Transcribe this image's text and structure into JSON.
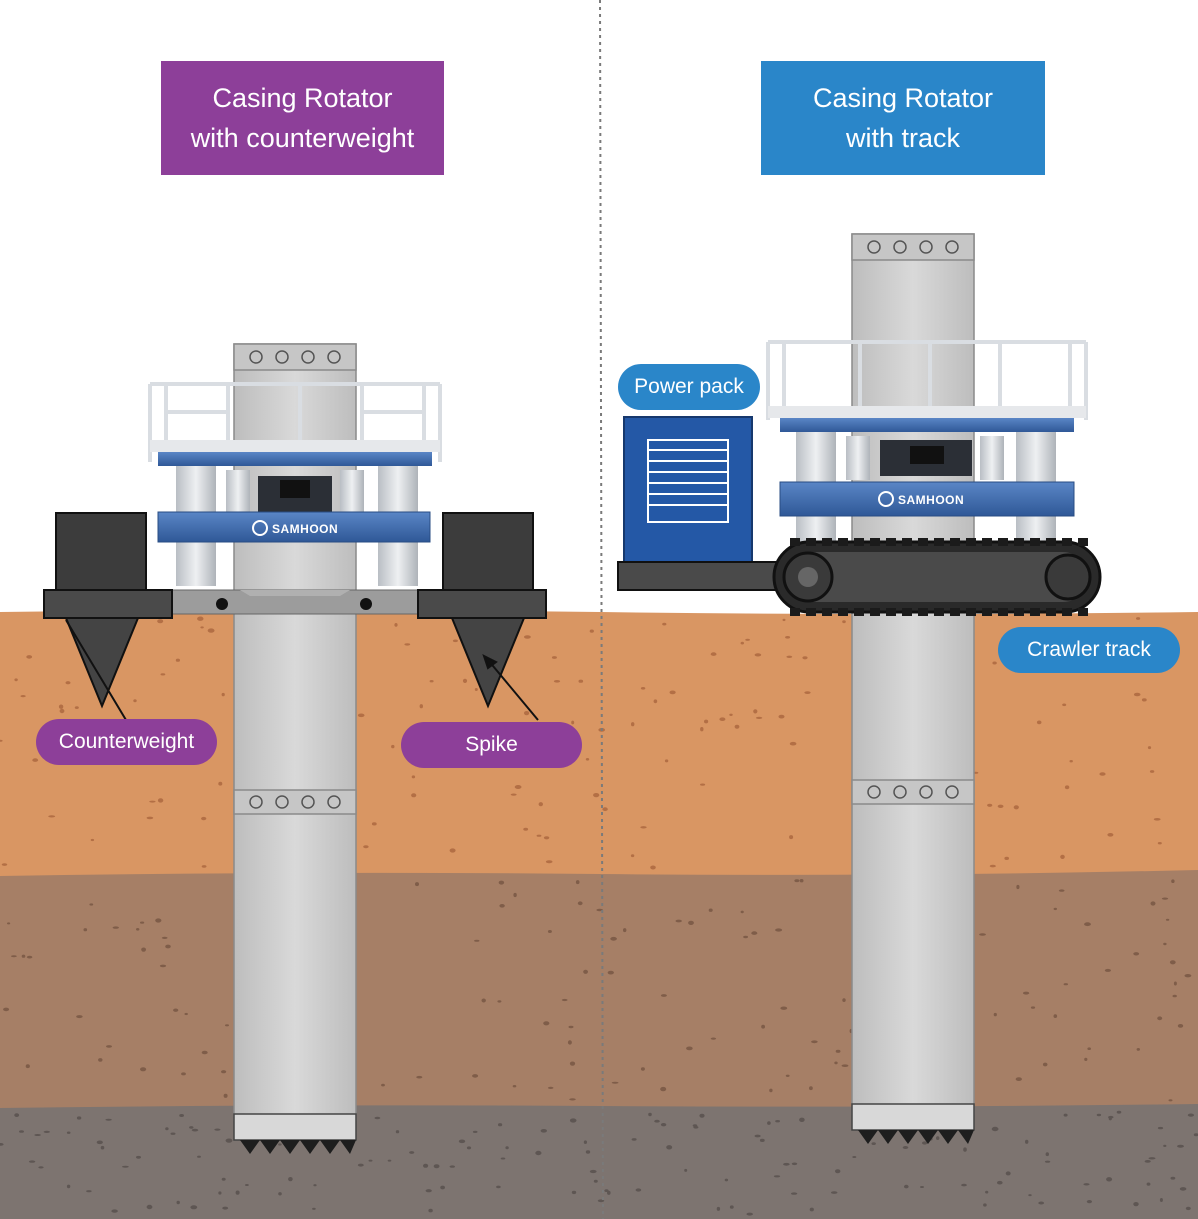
{
  "left": {
    "title_line1": "Casing Rotator",
    "title_line2": "with counterweight",
    "label_counterweight": "Counterweight",
    "label_spike": "Spike",
    "logo": "SAMHOON"
  },
  "right": {
    "title_line1": "Casing Rotator",
    "title_line2": "with track",
    "label_power_pack": "Power pack",
    "label_crawler_track": "Crawler track",
    "logo": "SAMHOON"
  },
  "colors": {
    "left_accent": "#8d3f99",
    "right_accent": "#2a86c9",
    "machine_blue": "#3b67ae",
    "soil_top": "#d99663",
    "soil_mid": "#a67f66",
    "soil_bottom": "#7d7470"
  }
}
